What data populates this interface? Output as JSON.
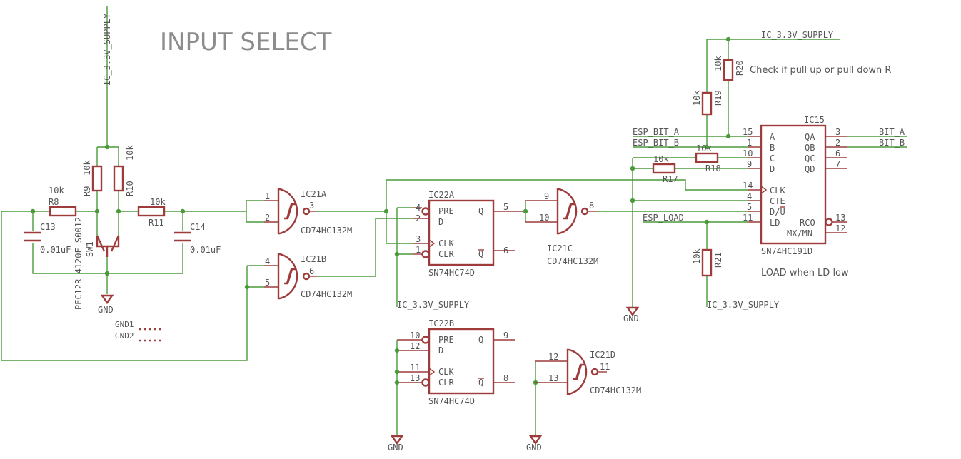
{
  "title": "INPUT SELECT",
  "nets": {
    "supply": "IC_3.3V_SUPPLY",
    "gnd": "GND",
    "esp_bit_a": "ESP_BIT_A",
    "esp_bit_b": "ESP_BIT_B",
    "esp_load": "ESP_LOAD",
    "bit_a": "BIT_A",
    "bit_b": "BIT_B",
    "gnd1": "GND1",
    "gnd2": "GND2"
  },
  "notes": {
    "pull": "Check if pull up or pull down R",
    "load": "LOAD when LD low"
  },
  "resistors": {
    "r8": {
      "name": "R8",
      "value": "10k"
    },
    "r9": {
      "name": "R9",
      "value": "10k"
    },
    "r10": {
      "name": "R10",
      "value": "10k"
    },
    "r11": {
      "name": "R11",
      "value": "10k"
    },
    "r17": {
      "name": "R17",
      "value": "10k"
    },
    "r18": {
      "name": "R18",
      "value": "10k"
    },
    "r19": {
      "name": "R19",
      "value": "10k"
    },
    "r20": {
      "name": "R20",
      "value": "10k"
    },
    "r21": {
      "name": "R21",
      "value": "10k"
    }
  },
  "capacitors": {
    "c13": {
      "name": "C13",
      "value": "0.01uF"
    },
    "c14": {
      "name": "C14",
      "value": "0.01uF"
    }
  },
  "switch": {
    "name": "SW1",
    "part": "PEC12R-4120F-S0012"
  },
  "nand_part": "CD74HC132M",
  "gates": {
    "a": {
      "name": "IC21A",
      "in1": "1",
      "in2": "2",
      "out": "3"
    },
    "b": {
      "name": "IC21B",
      "in1": "4",
      "in2": "5",
      "out": "6"
    },
    "c": {
      "name": "IC21C",
      "in1": "9",
      "in2": "10",
      "out": "8"
    },
    "d": {
      "name": "IC21D",
      "in1": "12",
      "in2": "13",
      "out": "11"
    }
  },
  "flipflops": {
    "a": {
      "name": "IC22A",
      "part": "SN74HC74D",
      "pre_pin": "4",
      "d_pin": "2",
      "clk_pin": "3",
      "clr_pin": "1",
      "q_pin": "5",
      "qn_pin": "6"
    },
    "b": {
      "name": "IC22B",
      "part": "SN74HC74D",
      "pre_pin": "10",
      "d_pin": "12",
      "clk_pin": "11",
      "clr_pin": "13",
      "q_pin": "9",
      "qn_pin": "8"
    },
    "labels": {
      "pre": "PRE",
      "d": "D",
      "clk": "CLK",
      "clr": "CLR",
      "q": "Q",
      "qn": "Q"
    }
  },
  "counter": {
    "name": "IC15",
    "part": "SN74HC191D",
    "left": [
      {
        "pin": "15",
        "label": "A"
      },
      {
        "pin": "1",
        "label": "B"
      },
      {
        "pin": "10",
        "label": "C"
      },
      {
        "pin": "9",
        "label": "D"
      },
      {
        "pin": "14",
        "label": "CLK"
      },
      {
        "pin": "4",
        "label": "CTE"
      },
      {
        "pin": "5",
        "label": "D/U"
      },
      {
        "pin": "11",
        "label": "LD"
      }
    ],
    "right": [
      {
        "pin": "3",
        "label": "QA"
      },
      {
        "pin": "2",
        "label": "QB"
      },
      {
        "pin": "6",
        "label": "QC"
      },
      {
        "pin": "7",
        "label": "QD"
      },
      {
        "pin": "13",
        "label": "RCO"
      },
      {
        "pin": "12",
        "label": "MX/MN"
      }
    ]
  }
}
